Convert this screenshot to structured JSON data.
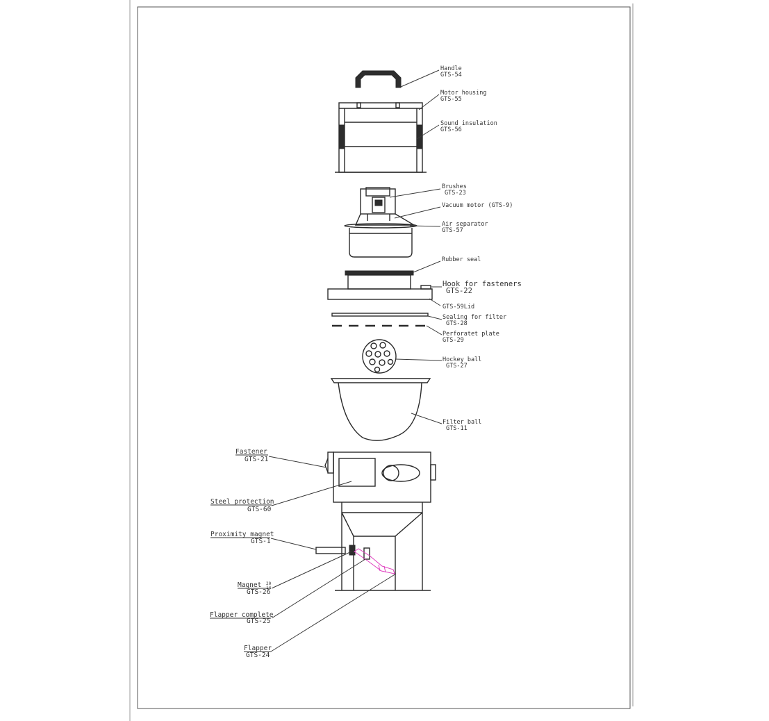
{
  "labels": {
    "handle": {
      "name": "Handle",
      "code": "GTS-54"
    },
    "motor_housing": {
      "name": "Motor housing",
      "code": "GTS-55"
    },
    "sound_insulation": {
      "name": "Sound insulation",
      "code": "GTS-56"
    },
    "brushes": {
      "name": "Brushes",
      "code": "GTS-23"
    },
    "vacuum_motor": {
      "name": "Vacuum motor (GTS-9)"
    },
    "air_separator": {
      "name": "Air separator",
      "code": "GTS-57"
    },
    "rubber_seal": {
      "name": "Rubber seal"
    },
    "hook_fasteners": {
      "name": "Hook for fasteners",
      "code": "GTS-22"
    },
    "lid": {
      "name": "GTS-59Lid"
    },
    "sealing_filter": {
      "name": "Sealing for filter",
      "code": "GTS-28"
    },
    "perforated_plate": {
      "name": "Perforatet plate",
      "code": "GTS-29"
    },
    "hockey_ball": {
      "name": "Hockey ball",
      "code": "GTS-27"
    },
    "filter_ball": {
      "name": "Filter ball",
      "code": "GTS-11"
    },
    "fastener": {
      "name": "Fastener",
      "code": "GTS-21"
    },
    "steel_protection": {
      "name": "Steel protection",
      "code": "GTS-60"
    },
    "proximity_magnet": {
      "name": "Proximity magnet",
      "code": "GTS-1"
    },
    "magnet": {
      "name": "Magnet",
      "dims": "20\n14",
      "code": "GTS-26"
    },
    "flapper_complete": {
      "name": "Flapper complete",
      "code": "GTS-25"
    },
    "flapper": {
      "name": "Flapper",
      "code": "GTS-24"
    }
  },
  "colors": {
    "line": "#2a2a2a",
    "flapper_highlight": "#e040c0",
    "paper": "#ffffff"
  }
}
